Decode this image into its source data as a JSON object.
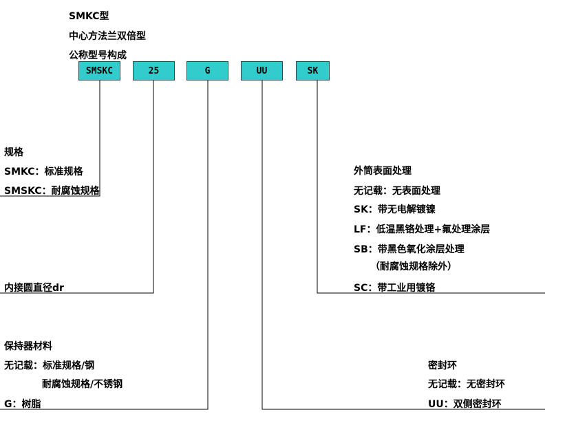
{
  "title_lines": [
    "SMKC型",
    "中心方法兰双倍型",
    "公称型号构成"
  ],
  "boxes": [
    "SMSKC",
    "25",
    "G",
    "UU",
    "SK"
  ],
  "spec": {
    "heading": "规格",
    "items": [
      "SMKC：标准规格",
      "SMSKC：耐腐蚀规格"
    ]
  },
  "inscribed": {
    "label": "内接圆直径dr"
  },
  "retainer": {
    "heading": "保持器材料",
    "items": [
      "无记载：标准规格/钢",
      "耐腐蚀规格/不锈钢",
      "G：树脂"
    ]
  },
  "surface": {
    "heading": "外筒表面处理",
    "items": [
      "无记载：无表面处理",
      "SK：带无电解镀镍",
      "LF：低温黑铬处理+氟处理涂层",
      "SB：带黑色氧化涂层处理",
      "（耐腐蚀规格除外）",
      "SC：带工业用镀铬"
    ]
  },
  "seal": {
    "heading": "密封环",
    "items": [
      "无记载：无密封环",
      "UU：双侧密封环"
    ]
  }
}
